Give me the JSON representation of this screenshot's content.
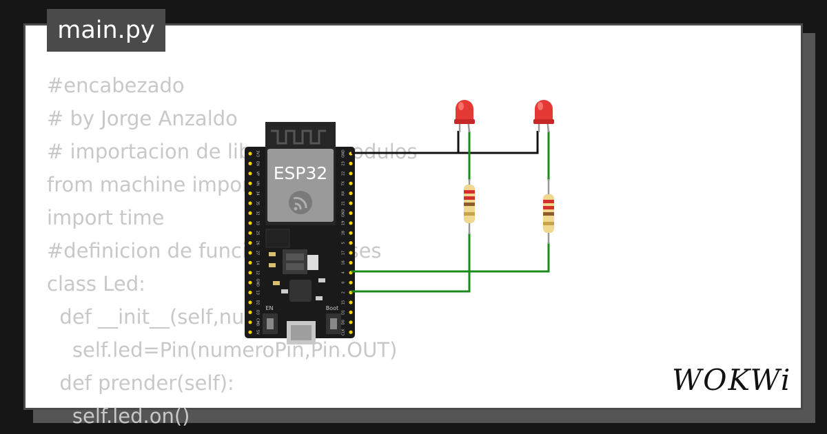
{
  "file_tab": {
    "label": "main.py"
  },
  "code_lines": [
    "#encabezado",
    "# by Jorge Anzaldo",
    "# importacion de librerias y modulos",
    "from machine import Pin",
    "import time",
    "#definicion de funciones y clases",
    "class Led:",
    "  def __init__(self,numeroPin):",
    "    self.led=Pin(numeroPin,Pin.OUT)",
    "  def prender(self):",
    "    self.led.on()"
  ],
  "board": {
    "chip_label": "ESP32",
    "left_pins": [
      "3V3",
      "EN",
      "VP",
      "VN",
      "34",
      "35",
      "32",
      "33",
      "25",
      "26",
      "27",
      "14",
      "12",
      "GND",
      "13",
      "D2",
      "D3",
      "CMD",
      "5V"
    ],
    "right_pins": [
      "GND",
      "23",
      "22",
      "TX",
      "RX",
      "21",
      "GND",
      "19",
      "18",
      "5",
      "17",
      "16",
      "4",
      "0",
      "2",
      "15",
      "D1",
      "D0",
      "CLK"
    ],
    "en_label": "EN",
    "boot_label": "Boot"
  },
  "brand": {
    "logo_text": "WOKWi"
  },
  "colors": {
    "background": "#161616",
    "card": "#ffffff",
    "tab": "#4a4a4a",
    "code_text": "#c8c8c8",
    "board": "#1a1a1a",
    "pin": "#f5d000",
    "led": "#e53935",
    "wire_gnd": "#111111",
    "wire_signal": "#1a8a1a"
  }
}
